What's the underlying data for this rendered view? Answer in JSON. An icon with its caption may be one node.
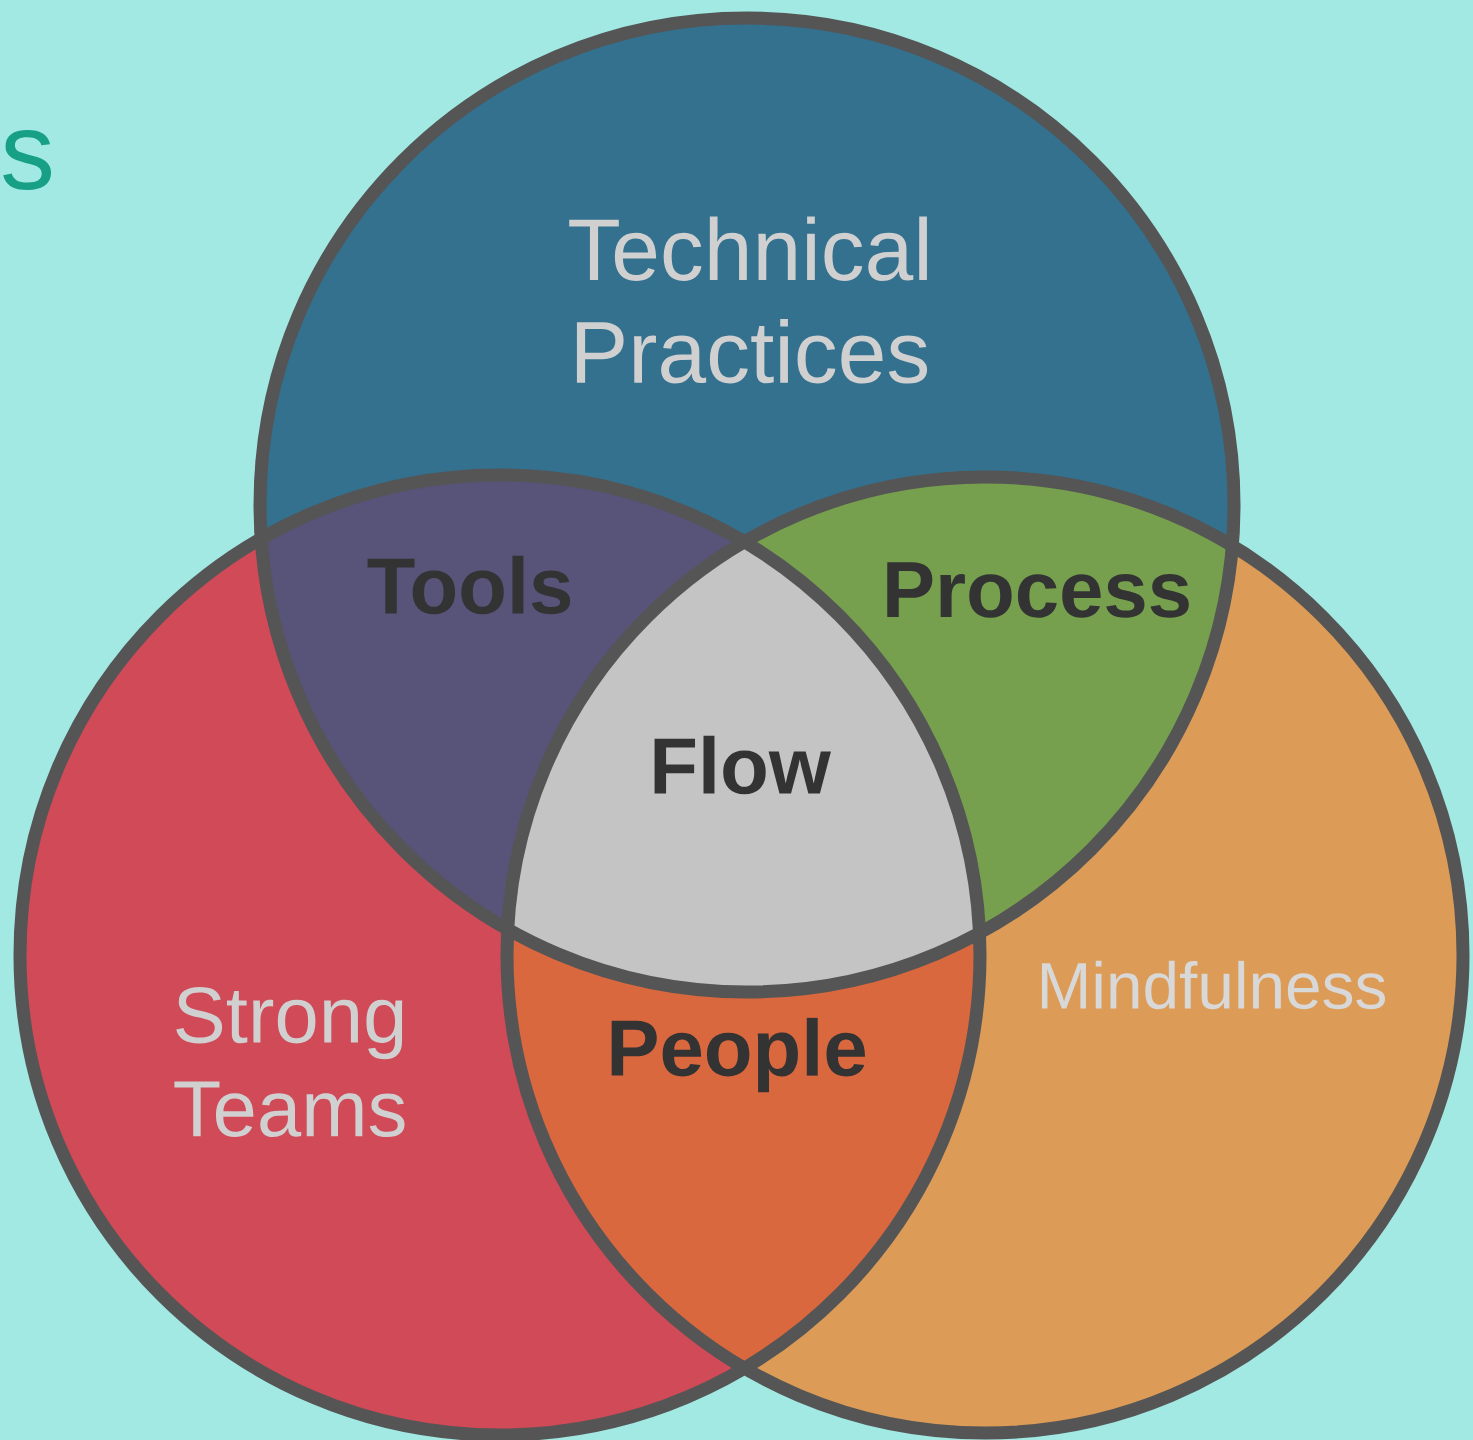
{
  "diagram": {
    "nodes": [
      {
        "text": [
          "Technical Practices"
        ]
      },
      {
        "text": [
          "Strong Teams"
        ]
      },
      {
        "text": [
          "Mindfulness"
        ]
      },
      {
        "text": [
          "Tools"
        ]
      },
      {
        "text": [
          "Process"
        ]
      },
      {
        "text": [
          "Flow"
        ]
      },
      {
        "text": [
          "People"
        ]
      }
    ],
    "labels": [
      "s"
    ]
  }
}
